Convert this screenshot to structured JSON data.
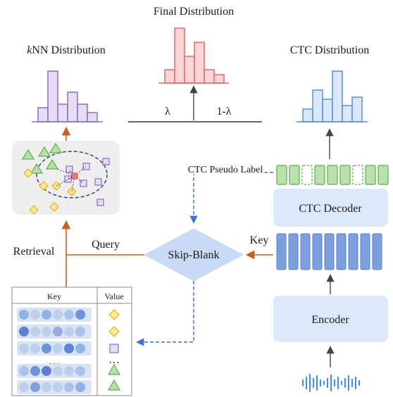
{
  "titles": {
    "final": "Final Distribution",
    "knn_prefix": "k",
    "knn_rest": "NN Distribution",
    "ctc": "CTC Distribution"
  },
  "weights": {
    "lambda": "λ",
    "one_minus_lambda": "1-λ"
  },
  "labels": {
    "ctc_pseudo_label": "CTC Pseudo Label",
    "key_arrow": "Key",
    "query": "Query",
    "retrieval": "Retrieval"
  },
  "modules": {
    "skip_blank": "Skip-Blank",
    "ctc_decoder": "CTC Decoder",
    "encoder": "Encoder"
  },
  "datastore": {
    "key_header": "Key",
    "value_header": "Value",
    "ellipsis": "…"
  },
  "colors": {
    "knn": "#8e6bbf",
    "final": "#e06a6a",
    "ctc": "#5b8fd6",
    "query_line": "#c8621b",
    "dashed": "#3f6fd0",
    "module_fill": "#dce8fb",
    "diamond": "#c9daf5",
    "green": "#5fad4e",
    "yellow": "#f2c42b"
  }
}
